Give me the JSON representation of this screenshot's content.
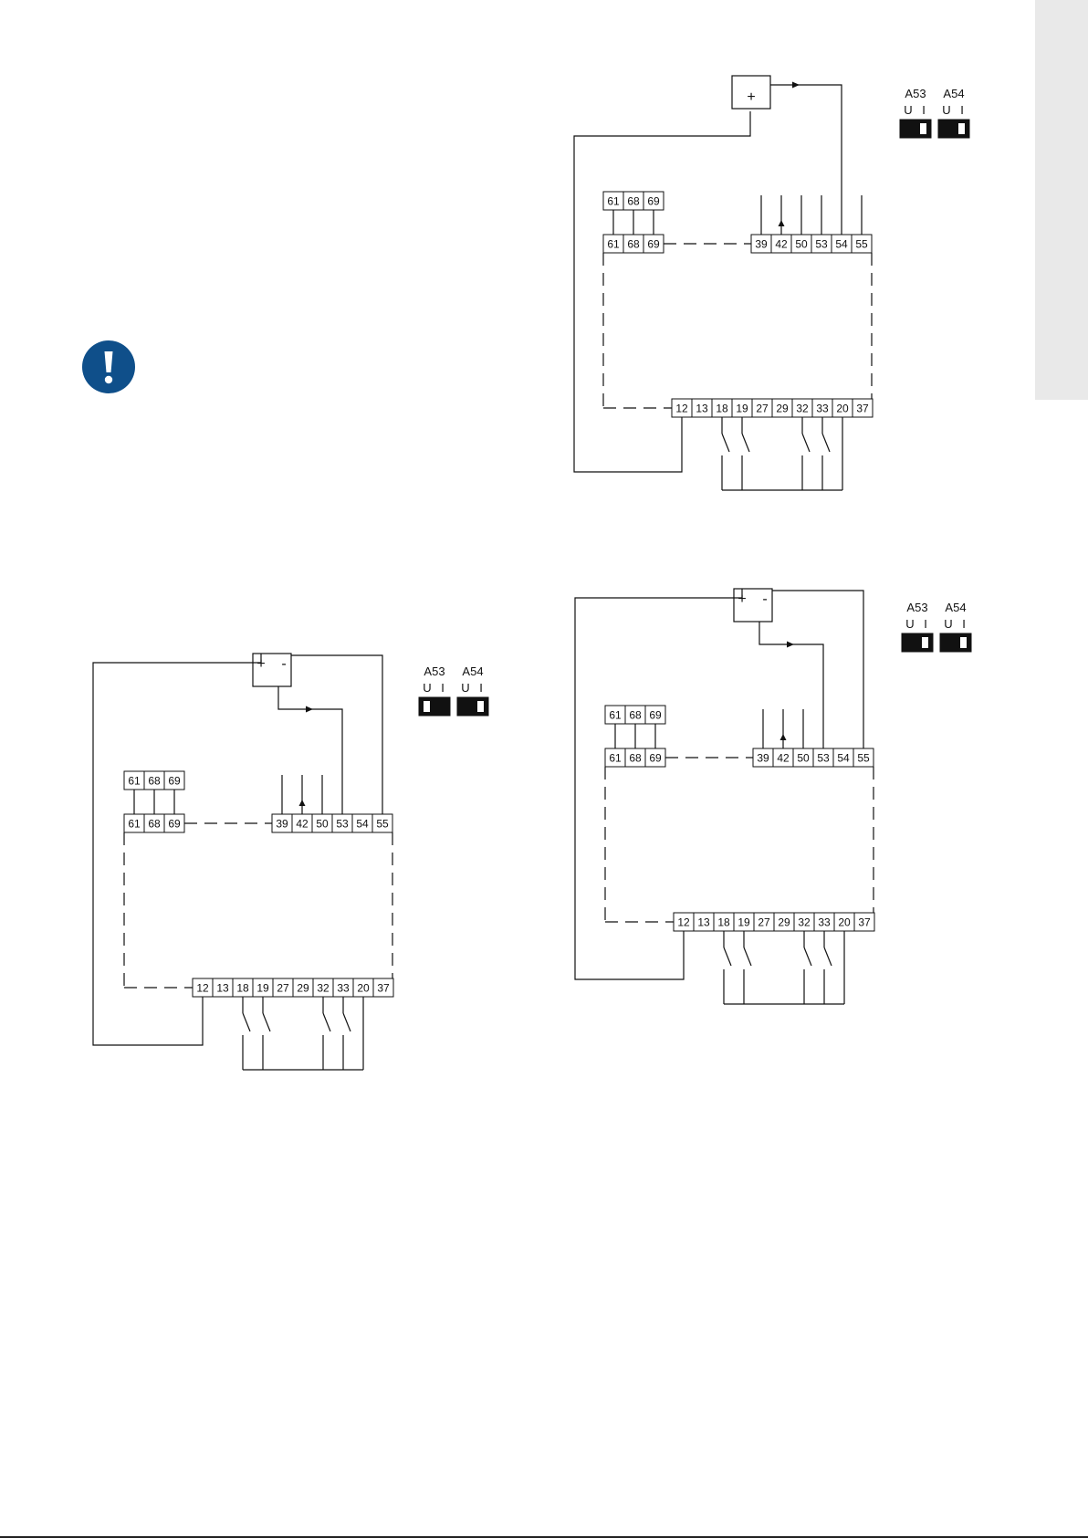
{
  "page": {
    "side_tab_color": "#e9e9e9",
    "rule_color": "#222222",
    "icon": "exclamation-notice-icon",
    "icon_color": "#0f4f8a"
  },
  "diagrams": [
    {
      "label_source": {
        "relay_terms": [
          "61",
          "68",
          "69"
        ],
        "analog_terms": [
          "39",
          "42",
          "50",
          "53",
          "54",
          "55"
        ],
        "digital_terms": [
          "12",
          "13",
          "18",
          "19",
          "27",
          "29",
          "32",
          "33",
          "20",
          "37"
        ],
        "source_signs": [
          "+"
        ],
        "switch_names": [
          "A53",
          "A54"
        ],
        "switch_positions": [
          [
            "U",
            "I"
          ],
          [
            "U",
            "I"
          ]
        ],
        "switch_states": [
          "I",
          "I"
        ]
      }
    },
    {
      "label_source": {
        "relay_terms": [
          "61",
          "68",
          "69"
        ],
        "analog_terms": [
          "39",
          "42",
          "50",
          "53",
          "54",
          "55"
        ],
        "digital_terms": [
          "12",
          "13",
          "18",
          "19",
          "27",
          "29",
          "32",
          "33",
          "20",
          "37"
        ],
        "source_signs": [
          "+",
          "-"
        ],
        "switch_names": [
          "A53",
          "A54"
        ],
        "switch_positions": [
          [
            "U",
            "I"
          ],
          [
            "U",
            "I"
          ]
        ],
        "switch_states": [
          "U",
          "I"
        ]
      }
    },
    {
      "label_source": {
        "relay_terms": [
          "61",
          "68",
          "69"
        ],
        "analog_terms": [
          "39",
          "42",
          "50",
          "53",
          "54",
          "55"
        ],
        "digital_terms": [
          "12",
          "13",
          "18",
          "19",
          "27",
          "29",
          "32",
          "33",
          "20",
          "37"
        ],
        "source_signs": [
          "+",
          "-"
        ],
        "switch_names": [
          "A53",
          "A54"
        ],
        "switch_positions": [
          [
            "U",
            "I"
          ],
          [
            "U",
            "I"
          ]
        ],
        "switch_states": [
          "I",
          "I"
        ]
      }
    }
  ]
}
